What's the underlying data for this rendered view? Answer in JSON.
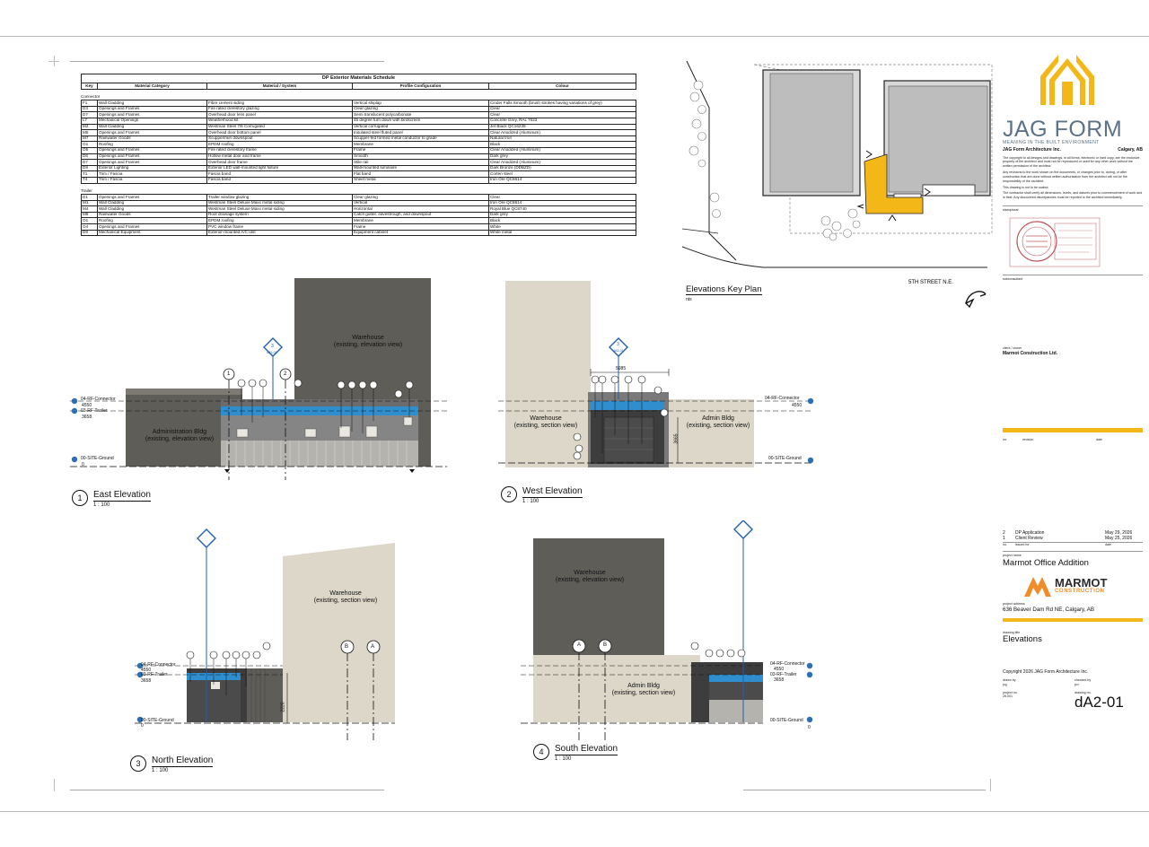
{
  "schedule": {
    "title": "DP Exterior Materials Schedule",
    "columns": [
      "Key",
      "Material Category",
      "Material / System",
      "Profile Configuration",
      "Colour"
    ],
    "groups": [
      {
        "name": "Connector",
        "rows": [
          [
            "F1",
            "Wall Cladding",
            "Fibre cement siding",
            "Vertical shiplap",
            "Cinder Falls Smooth (brush strokes having variations of grey)"
          ],
          [
            "D3",
            "Openings and Frames",
            "Fire rated clerestory glazing",
            "Clear glazing",
            "Clear"
          ],
          [
            "D7",
            "Openings and Frames",
            "Overhead door lens panel",
            "Semi translucent polycarbonate",
            "Clear"
          ],
          [
            "L7",
            "Mechanical Openings",
            "Weatherhood kit",
            "45 degree turn down with birdscreen",
            "Concrete Grey, RAL 7023"
          ],
          [
            "M2",
            "Wall Cladding",
            "Westman Steel 7/8 Corrugated",
            "Vertical corrugated",
            "Jet Black QC16239"
          ],
          [
            "M5",
            "Openings and Frames",
            "Overhead door bottom panel",
            "Insulated steel fluted panel",
            "Clear Anodized (Aluminum)"
          ],
          [
            "M7",
            "Rainwater Goods",
            "Scupper/rain downspout",
            "Scupper-fed formed metal conductor to grade",
            "Natural Iron"
          ],
          [
            "O1",
            "Roofing",
            "EPDM roofing",
            "Membrane",
            "Black"
          ],
          [
            "O5",
            "Openings and Frames",
            "Fire rated clerestory frame",
            "Frame",
            "Clear Anodized (Aluminum)"
          ],
          [
            "D6",
            "Openings and Frames",
            "Hollow metal door and frame",
            "Smooth",
            "Dark grey"
          ],
          [
            "D7",
            "Openings and Frames",
            "Overhead door frame",
            "Stile rail",
            "Clear Anodized (Aluminum)"
          ],
          [
            "D9",
            "Exterior Lighting",
            "Exterior LED wall-mounted light fixture",
            "Wall-mounted luminaire",
            "Dark Bronze (DDBZD)"
          ],
          [
            "T1",
            "Trim / Fascia",
            "Fascia band",
            "Flat band",
            "Corten steel"
          ],
          [
            "T4",
            "Trim / Fascia",
            "Fascia band",
            "Sheet metal",
            "Iron Ore QC8614"
          ]
        ]
      },
      {
        "name": "Trailer",
        "rows": [
          [
            "D1",
            "Openings and Frames",
            "Trailer window glazing",
            "Clear glazing",
            "Clear"
          ],
          [
            "M1",
            "Wall Cladding",
            "Westman Steel Deluxe Maxx metal siding",
            "Vertical",
            "Iron Ore QC8614"
          ],
          [
            "M4",
            "Wall Cladding",
            "Westman Steel Deluxe Maxx metal siding",
            "Horizontal",
            "Royal Blue QC8740"
          ],
          [
            "M8",
            "Rainwater Goods",
            "Roof drainage system",
            "Catch gutter, eavestrough, and downspout",
            "Dark grey"
          ],
          [
            "O1",
            "Roofing",
            "EPDM roofing",
            "Membrane",
            "Black"
          ],
          [
            "O4",
            "Openings and Frames",
            "PVC window frame",
            "Frame",
            "White"
          ],
          [
            "D9",
            "Mechanical Equipment",
            "Exterior-mounted A/C unit",
            "Equipment cabinet",
            "White metal"
          ]
        ]
      }
    ]
  },
  "key_plan": {
    "title": "Elevations Key Plan",
    "scale": "nts",
    "street": "5TH STREET N.E."
  },
  "elevations": [
    {
      "num": "1",
      "name": "East Elevation",
      "scale": "1 : 100"
    },
    {
      "num": "2",
      "name": "West Elevation",
      "scale": "1 : 100"
    },
    {
      "num": "3",
      "name": "North Elevation",
      "scale": "1 : 100"
    },
    {
      "num": "4",
      "name": "South Elevation",
      "scale": "1 : 100"
    }
  ],
  "elev_labels": {
    "warehouse_elev": "Warehouse\n(existing, elevation view)",
    "warehouse_sect": "Warehouse\n(existing, section view)",
    "admin_elev": "Administration Bldg\n(existing, elevation view)",
    "admin_sect": "Admin Bldg\n(existing, section view)",
    "level_connector": "04-RF-Connector",
    "level_connector_val": "4550",
    "level_trailer": "03-RF-Trailer",
    "level_trailer_val": "3658",
    "level_ground": "00-SITE-Ground",
    "level_ground_val": "0",
    "grid_1": "1",
    "grid_2": "2",
    "grid_a": "A",
    "grid_b": "B",
    "dim_west": "5985",
    "dim_west_h": "3665",
    "dim_north_h": "2220",
    "section_ref": "3",
    "section_sheet": "dA3-01"
  },
  "title_block": {
    "firm": "JAG FORM",
    "tagline": "MEANING IN THE BUILT ENVIRONMENT",
    "firm_full": "JAG Form Architecture Inc.",
    "city": "Calgary, AB",
    "note1": "The copyright to all designs and drawings, in all forms, electronic or hard copy, are the exclusive property of the architect and must not be reproduced or used for any other work without the written permission of the architect.",
    "note2": "Any revisions to the work shown on the documents, or changes prior to, during, or after construction that are done without written authorization from the architect will not be the responsibility of the architect.",
    "note3": "This drawing is not to be scaled.",
    "note4": "The contractor shall verify all dimensions, levels, and datums prior to commencement of work and in field. Any discovered discrepancies must be reported to the architect immediately.",
    "stamp_label": "stamp/seal",
    "subconsultant_label": "subconsultant",
    "client_label": "client / owner",
    "client": "Marmot Construction Ltd.",
    "rev_no_label": "no.",
    "rev_label": "revision",
    "date_label": "date",
    "issues": [
      {
        "no": "2",
        "desc": "DP Application",
        "date": "May 29, 2026"
      },
      {
        "no": "1",
        "desc": "Client Review",
        "date": "May 25, 2026"
      }
    ],
    "issued_no_label": "no.",
    "issued_for_label": "issued for",
    "issued_date_label": "date",
    "project_name_label": "project name",
    "project_name": "Marmot Office Addition",
    "marmot_logo": "MARMOT",
    "marmot_sub": "CONSTRUCTION",
    "address_label": "project address",
    "address": "636 Beaver Dam Rd NE, Calgary, AB",
    "drawing_title_label": "drawing title",
    "drawing_title": "Elevations",
    "copyright": "Copyright 2026 JAG Form Architecture Inc.",
    "drawn_by_label": "drawn by",
    "drawn_by": "jcg",
    "checked_by_label": "checked by",
    "checked_by": "jcn",
    "project_no_label": "project no.",
    "project_no": "26.001",
    "drawing_no_label": "drawing no.",
    "drawing_no": "dA2-01",
    "accent": "#f3b818"
  }
}
